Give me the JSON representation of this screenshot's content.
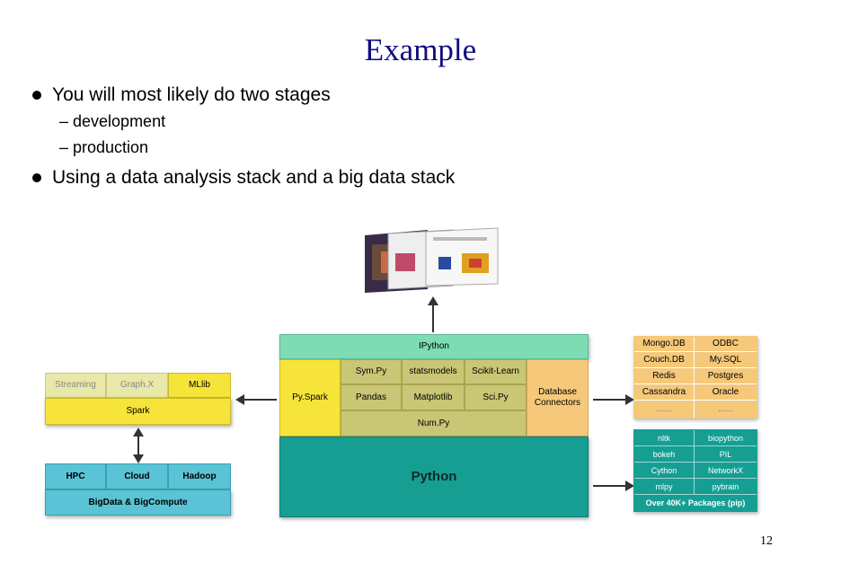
{
  "slide": {
    "title": "Example",
    "bullets": [
      {
        "text": "You will most likely do two stages",
        "subs": [
          "– development",
          "– production"
        ]
      },
      {
        "text": "Using a data analysis stack and a big data stack",
        "subs": []
      }
    ],
    "page_number": "12"
  },
  "diagram": {
    "top_tool": "IPython",
    "pyspark": "Py.Spark",
    "row1": [
      "Sym.Py",
      "statsmodels",
      "Scikit-Learn"
    ],
    "row2": [
      "Pandas",
      "Matplotlib",
      "Sci.Py"
    ],
    "numpy": "Num.Py",
    "db_connectors": "Database Connectors",
    "python": "Python",
    "spark_libs": [
      "Streaming",
      "Graph.X",
      "MLlib"
    ],
    "spark": "Spark",
    "compute": [
      "HPC",
      "Cloud",
      "Hadoop"
    ],
    "bigdata": "BigData & BigCompute",
    "databases": [
      [
        "Mongo.DB",
        "ODBC"
      ],
      [
        "Couch.DB",
        "My.SQL"
      ],
      [
        "Redis",
        "Postgres"
      ],
      [
        "Cassandra",
        "Oracle"
      ],
      [
        "......",
        "......"
      ]
    ],
    "packages": [
      [
        "nltk",
        "biopython"
      ],
      [
        "bokeh",
        "PIL"
      ],
      [
        "Cython",
        "NetworkX"
      ],
      [
        "mlpy",
        "pybrain"
      ]
    ],
    "packages_footer": "Over 40K+ Packages (pip)",
    "colors": {
      "green": "#7ddcb4",
      "yellow": "#f6e43a",
      "olive": "#c9c675",
      "orange": "#f5c87a",
      "teal": "#169e93",
      "cyan": "#5ac3d5",
      "title": "#0d0d80"
    }
  }
}
